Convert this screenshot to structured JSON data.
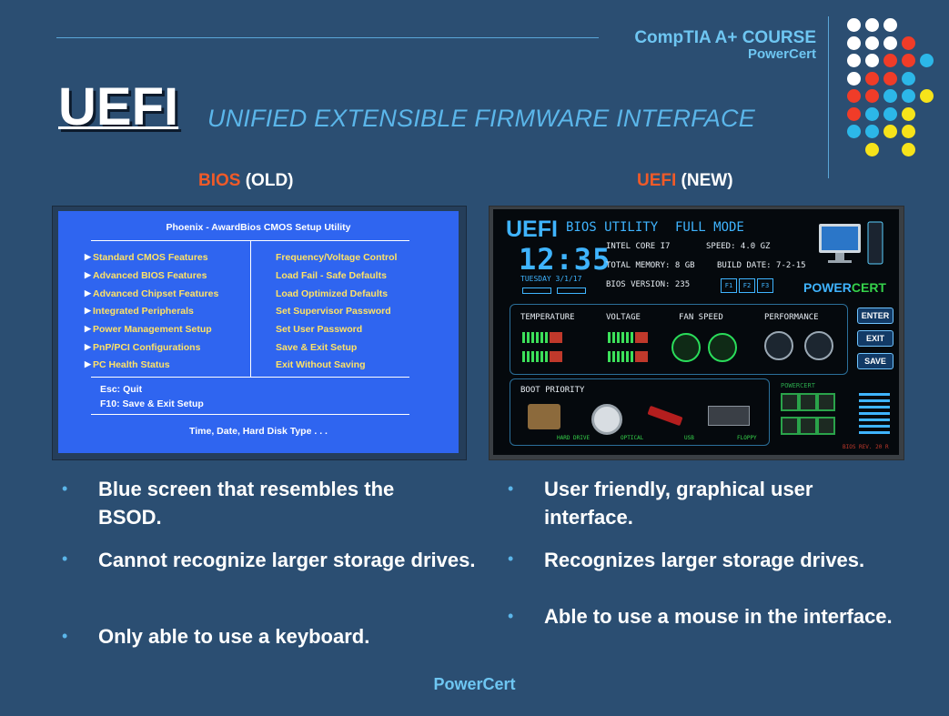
{
  "header": {
    "course_title": "CompTIA A+ COURSE",
    "course_brand": "PowerCert"
  },
  "colors": {
    "background": "#2b4e72",
    "accent_orange": "#f05a28",
    "accent_cyan": "#6ec6f2",
    "bios_blue": "#2f65f0",
    "dot_white": "#ffffff",
    "dot_red": "#f03c28",
    "dot_cyan": "#2cb7e8",
    "dot_yellow": "#f6e31a"
  },
  "slide": {
    "title": "UEFI",
    "subtitle": "UNIFIED EXTENSIBLE FIRMWARE INTERFACE"
  },
  "left": {
    "heading_accent": "BIOS",
    "heading_rest": " (OLD)"
  },
  "right": {
    "heading_accent": "UEFI",
    "heading_rest": " (NEW)"
  },
  "bios_screen": {
    "title": "Phoenix  -  AwardBios CMOS Setup Utility",
    "left_items": [
      "Standard CMOS Features",
      "Advanced BIOS Features",
      "Advanced Chipset Features",
      "Integrated Peripherals",
      "Power Management Setup",
      "PnP/PCI Configurations",
      "PC Health Status"
    ],
    "right_items": [
      "Frequency/Voltage Control",
      "Load Fail - Safe Defaults",
      "Load Optimized Defaults",
      "Set Supervisor Password",
      "Set User Password",
      "Save & Exit Setup",
      "Exit Without Saving"
    ],
    "keys": [
      "Esc:  Quit",
      "F10:  Save & Exit Setup"
    ],
    "footer": "Time, Date, Hard Disk Type . . ."
  },
  "uefi_screen": {
    "logo": "UEFI",
    "utility": "BIOS UTILITY",
    "mode": "FULL MODE",
    "time": "12:35",
    "date": "TUESDAY 3/1/17",
    "cpu": "INTEL CORE I7",
    "speed": "SPEED:  4.0 GZ",
    "memory": "TOTAL MEMORY:  8 GB",
    "build": "BUILD DATE: 7-2-15",
    "version": "BIOS VERSION:  235",
    "fkeys": [
      "F1",
      "F2",
      "F3"
    ],
    "brand_a": "POWER",
    "brand_b": "CERT",
    "monitors": [
      "TEMPERATURE",
      "VOLTAGE",
      "FAN SPEED",
      "PERFORMANCE"
    ],
    "side_buttons": [
      "ENTER",
      "EXIT",
      "SAVE"
    ],
    "boot_title": "BOOT PRIORITY",
    "boot_devices": [
      "HARD DRIVE",
      "OPTICAL",
      "USB",
      "FLOPPY"
    ],
    "small_brand": "POWERCERT",
    "rev": "BIOS REV. 20 R"
  },
  "bullets_left": [
    "Blue screen that resembles the BSOD.",
    "Cannot recognize larger storage drives.",
    "Only able to use a keyboard."
  ],
  "bullets_right": [
    "User friendly, graphical user interface.",
    "Recognizes larger storage drives.",
    "Able to use a mouse in the interface."
  ],
  "footer": "PowerCert"
}
